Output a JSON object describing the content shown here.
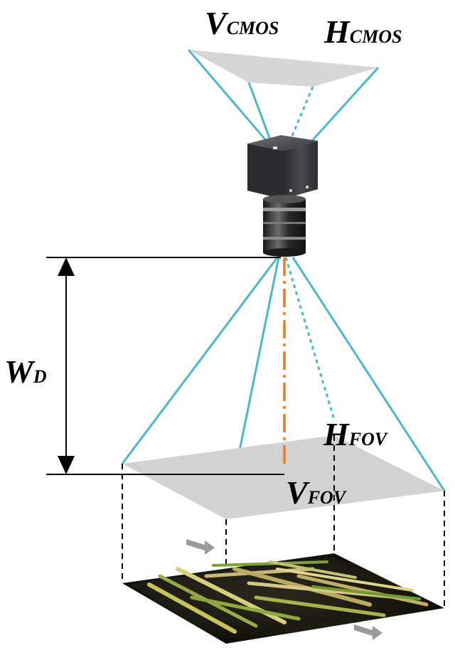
{
  "labels": {
    "v_cmos": {
      "main": "V",
      "sub": "CMOS"
    },
    "h_cmos": {
      "main": "H",
      "sub": "CMOS"
    },
    "w_d": {
      "main": "W",
      "sub": "D"
    },
    "h_fov": {
      "main": "H",
      "sub": "FOV"
    },
    "v_fov": {
      "main": "V",
      "sub": "FOV"
    }
  },
  "colors": {
    "projection_line": "#4bb8c9",
    "plane_fill": "#d2d2d2",
    "optical_axis": "#f07b22",
    "camera_body": "#3a3a3c",
    "dimension_line": "#000000"
  },
  "icons": {
    "camera": "industrial-camera-icon",
    "lens": "lens-icon",
    "sample_tray": "bamboo-sample-tray-image",
    "direction_arrows": "motion-arrow-icon"
  }
}
